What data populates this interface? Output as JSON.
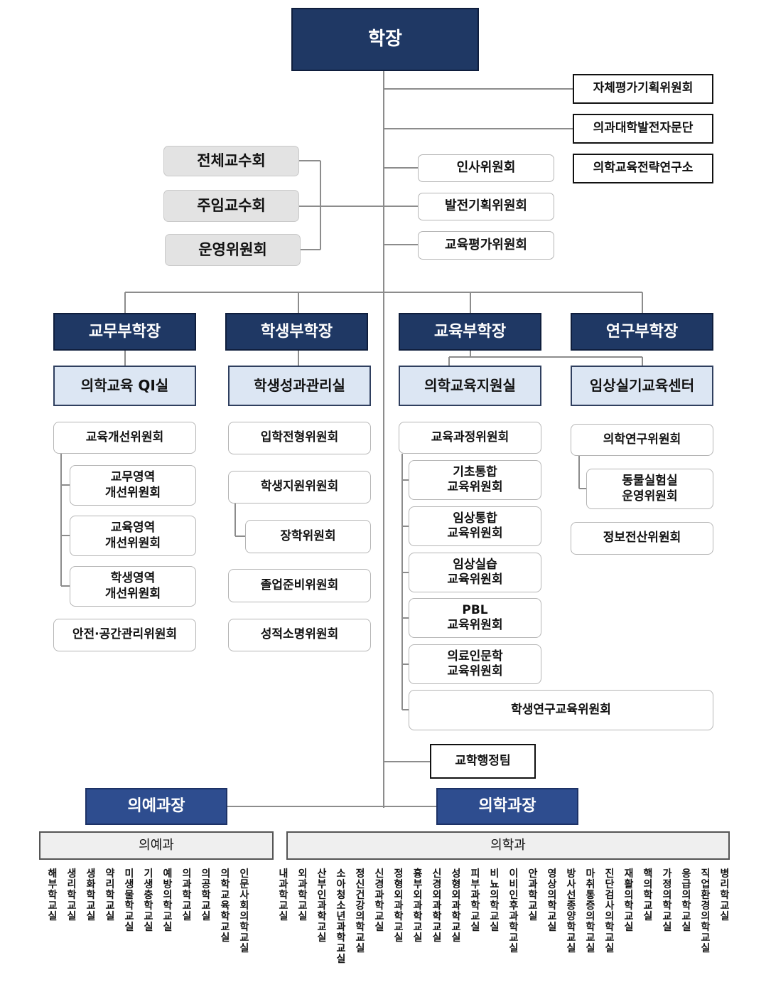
{
  "dean": "학장",
  "top_right_units": [
    "자체평가기획위원회",
    "의과대학발전자문단",
    "의학교육전략연구소"
  ],
  "faculty_bodies": [
    "전체교수회",
    "주임교수회",
    "운영위원회"
  ],
  "central_committees": [
    "인사위원회",
    "발전기획위원회",
    "교육평가위원회"
  ],
  "vice_deans": [
    "교무부학장",
    "학생부학장",
    "교육부학장",
    "연구부학장"
  ],
  "offices": [
    "의학교육 QI실",
    "학생성과관리실",
    "의학교육지원실",
    "임상실기교육센터"
  ],
  "col_academic": {
    "main": "교육개선위원회",
    "sub": [
      "교무영역\n개선위원회",
      "교육영역\n개선위원회",
      "학생영역\n개선위원회"
    ],
    "safety": "안전·공간관리위원회"
  },
  "col_student": {
    "admission": "입학전형위원회",
    "support": "학생지원위원회",
    "scholarship": "장학위원회",
    "graduation": "졸업준비위원회",
    "grades": "성적소명위원회"
  },
  "col_education": {
    "main": "교육과정위원회",
    "sub": [
      "기초통합\n교육위원회",
      "임상통합\n교육위원회",
      "임상실습\n교육위원회",
      "PBL\n교육위원회",
      "의료인문학\n교육위원회"
    ],
    "student_research": "학생연구교육위원회"
  },
  "col_research": {
    "main": "의학연구위원회",
    "animal": "동물실험실\n운영위원회",
    "it": "정보전산위원회"
  },
  "admin_team": "교학행정팀",
  "programs": {
    "premed_head": "의예과장",
    "med_head": "의학과장",
    "premed": "의예과",
    "med": "의학과"
  },
  "premed_depts": [
    "해부학교실",
    "생리학교실",
    "생화학교실",
    "약리학교실",
    "미생물학교실",
    "기생충학교실",
    "예방의학교실",
    "의과학교실",
    "의공학교실",
    "의학교육학교실",
    "인문사회의학교실"
  ],
  "med_depts": [
    "내과학교실",
    "외과학교실",
    "산부인과학교실",
    "소아청소년과학교실",
    "정신건강의학교실",
    "신경과학교실",
    "정형외과학교실",
    "흉부외과학교실",
    "신경외과학교실",
    "성형외과학교실",
    "피부과학교실",
    "비뇨의학교실",
    "이비인후과학교실",
    "안과학교실",
    "영상의학교실",
    "방사선종양학교실",
    "마취통증의학교실",
    "진단검사의학교실",
    "재활의학교실",
    "핵의학교실",
    "가정의학교실",
    "응급의학교실",
    "직업환경의학교실",
    "병리학교실"
  ],
  "colors": {
    "navy": "#1f3864",
    "program_blue": "#2e4d8f",
    "office_blue": "#dce6f3",
    "faculty_gray": "#e3e3e3"
  }
}
